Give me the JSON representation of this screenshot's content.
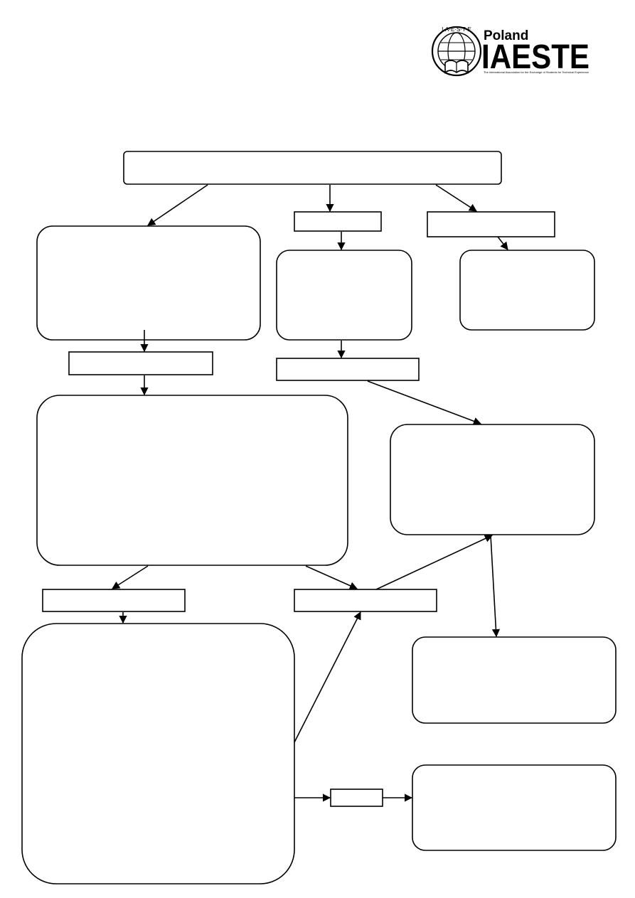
{
  "logo": {
    "country": "Poland",
    "name": "IAESTE",
    "letters": "I·A·E·S·T·E",
    "tagline": "The International Association for the Exchange of Students for Technical Experience"
  },
  "colors": {
    "ink": "#000000",
    "background": "#ffffff"
  }
}
